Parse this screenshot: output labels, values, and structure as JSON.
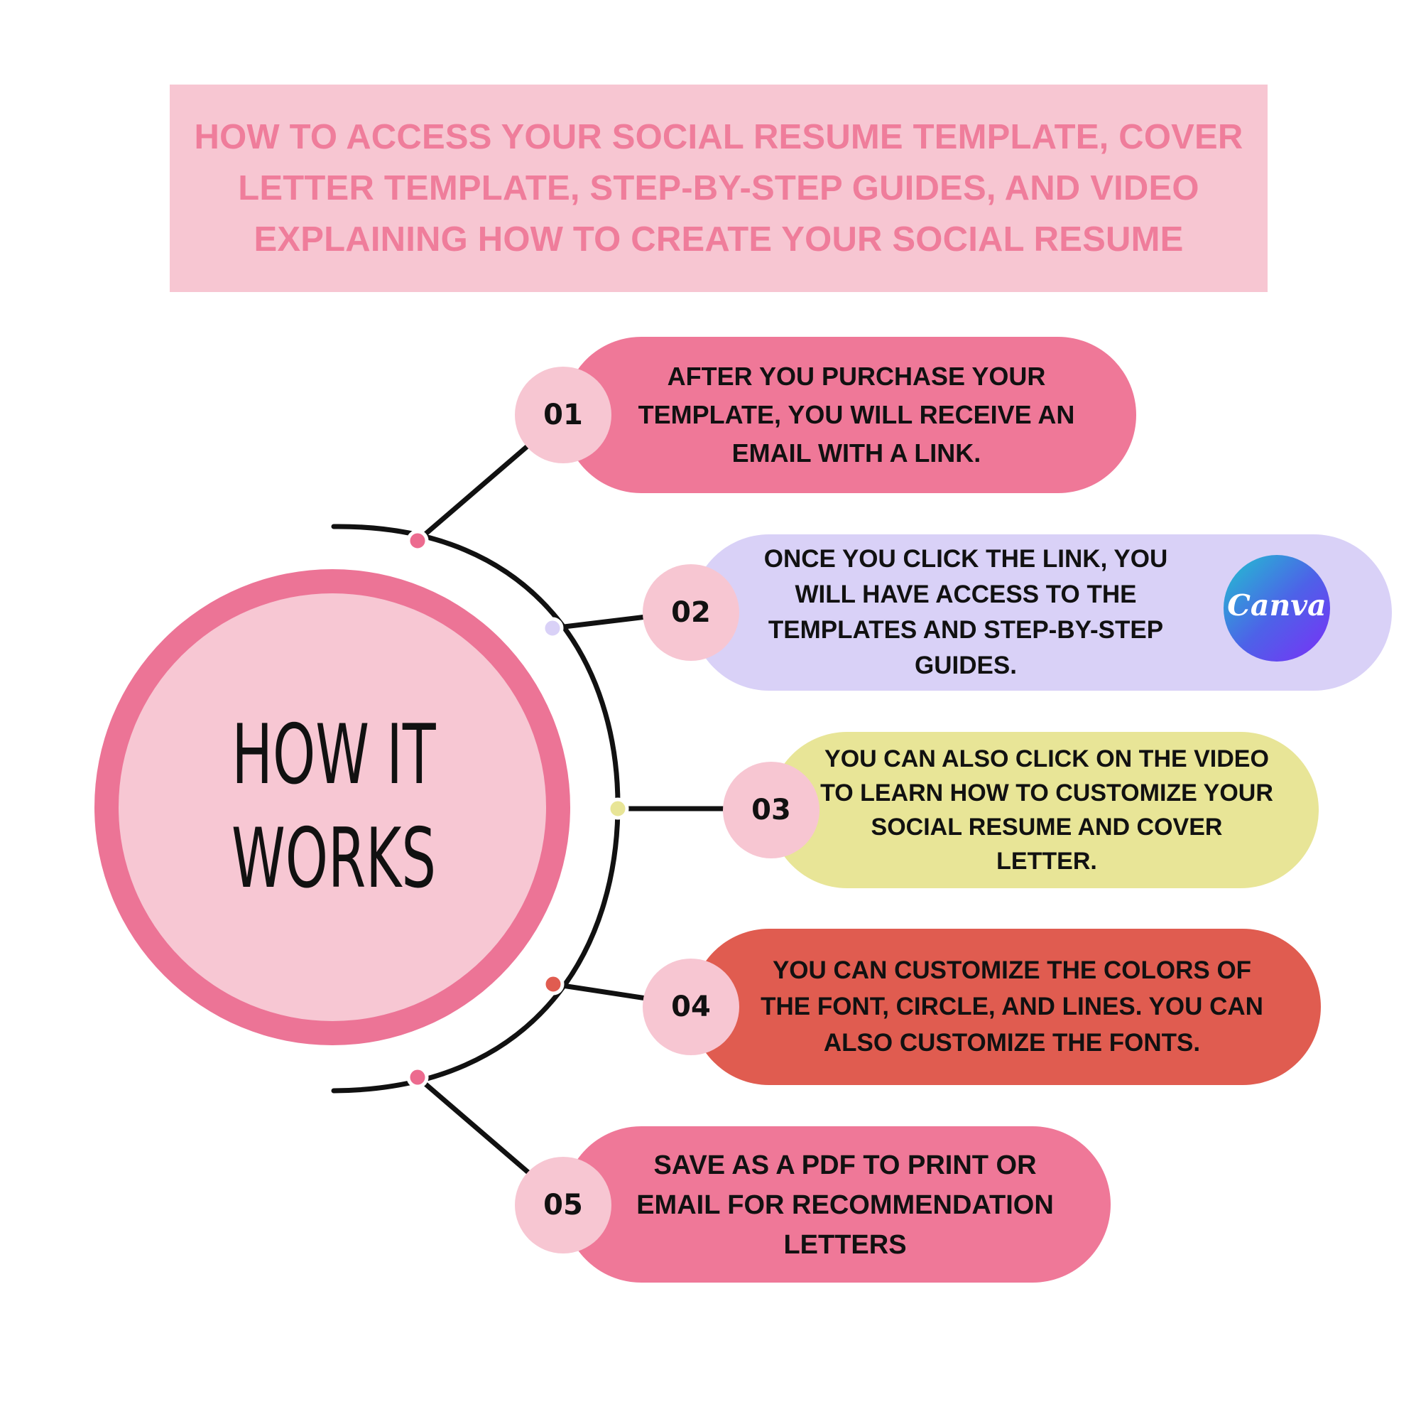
{
  "header": {
    "title": "HOW TO ACCESS YOUR SOCIAL RESUME TEMPLATE, COVER LETTER TEMPLATE, STEP-BY-STEP GUIDES, AND VIDEO EXPLAINING HOW TO CREATE YOUR SOCIAL RESUME"
  },
  "hub": {
    "title_line_1": "HOW IT",
    "title_line_2": "WORKS"
  },
  "steps": [
    {
      "number": "01",
      "text": "AFTER YOU PURCHASE YOUR TEMPLATE, YOU WILL RECEIVE AN EMAIL WITH A LINK.",
      "color": "#ef7898"
    },
    {
      "number": "02",
      "text": "ONCE YOU CLICK THE LINK, YOU WILL HAVE ACCESS TO THE TEMPLATES AND STEP-BY-STEP GUIDES.",
      "color": "#d9d1f7"
    },
    {
      "number": "03",
      "text": "YOU CAN ALSO CLICK ON THE VIDEO TO LEARN HOW TO CUSTOMIZE YOUR SOCIAL RESUME AND COVER LETTER.",
      "color": "#e8e597"
    },
    {
      "number": "04",
      "text": "YOU CAN CUSTOMIZE THE COLORS OF THE FONT, CIRCLE, AND LINES. YOU CAN ALSO CUSTOMIZE THE FONTS.",
      "color": "#e05c50"
    },
    {
      "number": "05",
      "text": "SAVE AS A PDF TO PRINT OR EMAIL FOR RECOMMENDATION LETTERS",
      "color": "#ef7898"
    }
  ],
  "logo": {
    "text": "Canva"
  },
  "colors": {
    "banner_bg": "#f7c6d2",
    "banner_text": "#ef7d9b",
    "hub_ring": "#ec7496",
    "hub_fill": "#f7c7d3",
    "number_bubble": "#f7c6d2",
    "line": "#111111",
    "dot_01": "#ec6b8f",
    "dot_02": "#d9d1f7",
    "dot_03": "#e8e597",
    "dot_04": "#e05c50",
    "dot_05": "#ec6b8f"
  }
}
